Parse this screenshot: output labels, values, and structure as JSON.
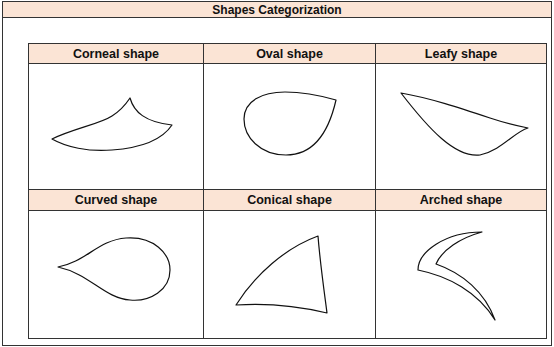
{
  "diagram": {
    "title": "Shapes Categorization",
    "labels": [
      "Corneal shape",
      "Oval shape",
      "Leafy shape",
      "Curved shape",
      "Conical shape",
      "Arched shape"
    ]
  }
}
